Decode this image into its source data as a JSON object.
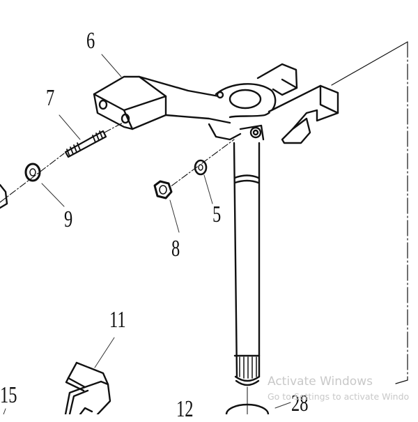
{
  "diagram": {
    "type": "exploded-parts-view",
    "callouts": [
      {
        "number": "6",
        "part": "shift-lever-bracket"
      },
      {
        "number": "7",
        "part": "stud-bolt"
      },
      {
        "number": "9",
        "part": "washer"
      },
      {
        "number": "5",
        "part": "washer"
      },
      {
        "number": "8",
        "part": "hex-nut"
      },
      {
        "number": "11",
        "part": "bent-clip"
      },
      {
        "number": "15",
        "part": "partial-part"
      },
      {
        "number": "12",
        "part": "partial-part"
      },
      {
        "number": "28",
        "part": "ring-washer"
      }
    ],
    "colors": {
      "line": "#111111",
      "background": "#ffffff",
      "watermark": "#c8c8c8"
    }
  },
  "watermark": {
    "title": "Activate Windows",
    "subtitle": "Go to Settings to activate Windo"
  }
}
